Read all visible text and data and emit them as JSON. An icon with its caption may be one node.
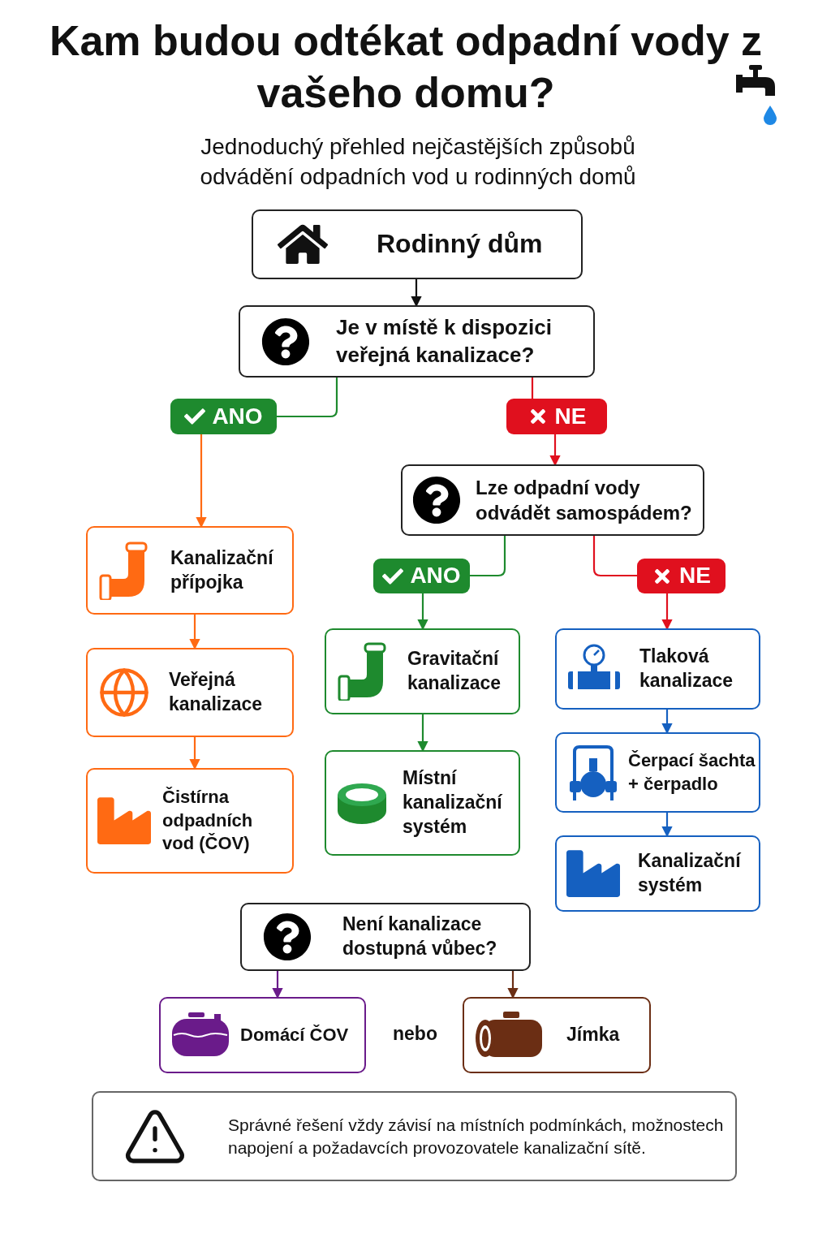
{
  "diagram": {
    "title": "Kam budou odtékat odpadní vody z vašeho domu?",
    "nodes": [
      {
        "text": [
          "Rodinný dům"
        ]
      },
      {
        "text": [
          "Je v místě k dispozici veřejná kanalizace?"
        ]
      },
      {
        "text": [
          "ANO"
        ]
      },
      {
        "text": [
          "NE"
        ]
      },
      {
        "text": [
          "Lze odpadní vody odvádět samospádem?"
        ]
      },
      {
        "text": [
          "ANO"
        ]
      },
      {
        "text": [
          "NE"
        ]
      },
      {
        "text": [
          "Kanalizační přípojka"
        ]
      },
      {
        "text": [
          "Veřejná kanalizace"
        ]
      },
      {
        "text": [
          "Čistírna odpadních vod (ČOV)"
        ]
      },
      {
        "text": [
          "Gravitační kanalizace"
        ]
      },
      {
        "text": [
          "Místní kanalizační systém"
        ]
      },
      {
        "text": [
          "Tlaková kanalizace"
        ]
      },
      {
        "text": [
          "Čerpací šachta + čerpadlo"
        ]
      },
      {
        "text": [
          "Kanalizační systém"
        ]
      },
      {
        "text": [
          "Není kanalizace dostupná vůbec?"
        ]
      },
      {
        "text": [
          "Domácí ČOV"
        ]
      },
      {
        "text": [
          "Jímka"
        ]
      },
      {
        "text": [
          "Správné řešení vždy závisí na místních podmínkách, možnostech napojení a požadavcích provozovatele kanalizační sítě."
        ]
      }
    ],
    "edges": [
      {
        "from": 0,
        "to": 1,
        "arrow": "to",
        "color": "#111111"
      },
      {
        "from": 1,
        "to": 2,
        "arrow": "none",
        "color": "#1e8a2e"
      },
      {
        "from": 1,
        "to": 3,
        "arrow": "none",
        "color": "#e0101e"
      },
      {
        "from": 2,
        "to": 7,
        "arrow": "to",
        "color": "#ff6a13"
      },
      {
        "from": 3,
        "to": 4,
        "arrow": "to",
        "color": "#e0101e"
      },
      {
        "from": 4,
        "to": 5,
        "arrow": "none",
        "color": "#1e8a2e"
      },
      {
        "from": 4,
        "to": 6,
        "arrow": "none",
        "color": "#e0101e"
      },
      {
        "from": 7,
        "to": 8,
        "arrow": "to",
        "color": "#ff6a13"
      },
      {
        "from": 8,
        "to": 9,
        "arrow": "to",
        "color": "#ff6a13"
      },
      {
        "from": 5,
        "to": 10,
        "arrow": "to",
        "color": "#1e8a2e"
      },
      {
        "from": 10,
        "to": 11,
        "arrow": "to",
        "color": "#1e8a2e"
      },
      {
        "from": 6,
        "to": 12,
        "arrow": "to",
        "color": "#e0101e"
      },
      {
        "from": 12,
        "to": 13,
        "arrow": "to",
        "color": "#1560c0"
      },
      {
        "from": 13,
        "to": 14,
        "arrow": "to",
        "color": "#1560c0"
      },
      {
        "from": 15,
        "to": 16,
        "arrow": "to",
        "color": "#6a1b8a"
      },
      {
        "from": 15,
        "to": 17,
        "arrow": "to",
        "color": "#6b2e14"
      }
    ],
    "labels": [
      "Jednoduchý přehled nejčastějších způsobů odvádění odpadních vod u rodinných domů",
      "nebo"
    ]
  }
}
